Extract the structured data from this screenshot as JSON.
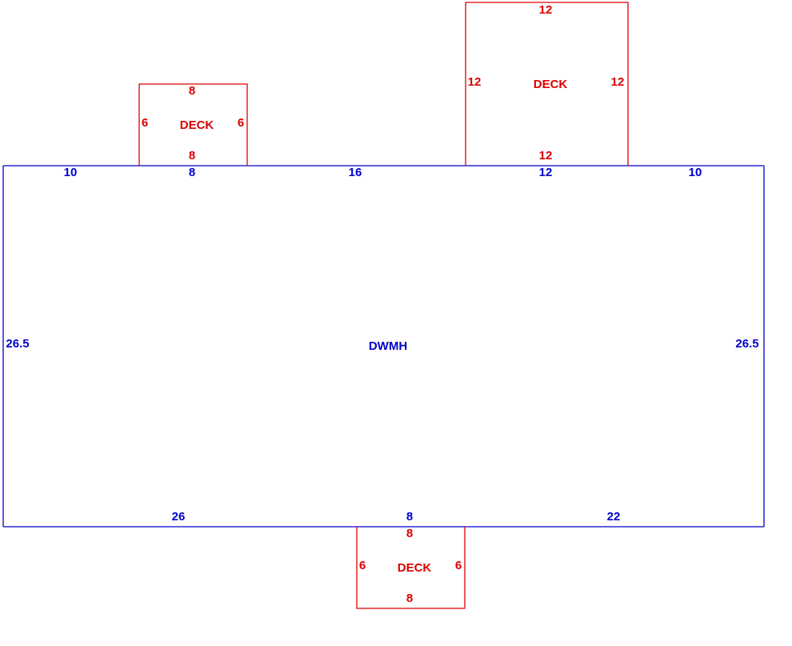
{
  "colors": {
    "main": "#0000cc",
    "deck": "#dd0000",
    "background": "#ffffff"
  },
  "main_area": {
    "label": "DWMH",
    "top_segments": [
      "10",
      "8",
      "16",
      "12",
      "10"
    ],
    "bottom_segments": [
      "26",
      "8",
      "22"
    ],
    "left_side": "26.5",
    "right_side": "26.5"
  },
  "decks": [
    {
      "label": "DECK",
      "top": "8",
      "bottom": "8",
      "left": "6",
      "right": "6"
    },
    {
      "label": "DECK",
      "top": "12",
      "bottom": "12",
      "left": "12",
      "right": "12"
    },
    {
      "label": "DECK",
      "top": "8",
      "bottom": "8",
      "left": "6",
      "right": "6"
    }
  ]
}
